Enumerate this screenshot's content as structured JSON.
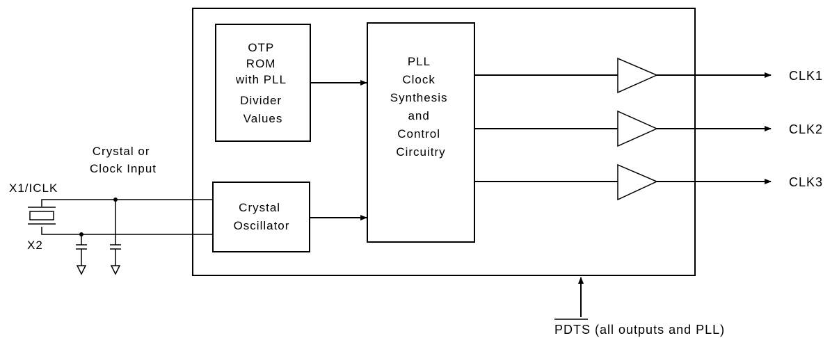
{
  "blocks": {
    "otp_rom": [
      "OTP",
      "ROM",
      "with PLL",
      "Divider",
      "Values"
    ],
    "pll": [
      "PLL",
      "Clock",
      "Synthesis",
      "and",
      "Control",
      "Circuitry"
    ],
    "oscillator": [
      "Crystal",
      "Oscillator"
    ]
  },
  "inputs": {
    "crystal_note": [
      "Crystal or",
      "Clock Input"
    ],
    "x1": "X1/ICLK",
    "x2": "X2"
  },
  "outputs": [
    "CLK1",
    "CLK2",
    "CLK3"
  ],
  "pdts": {
    "signal": "PDTS",
    "note": " (all outputs and PLL)"
  }
}
